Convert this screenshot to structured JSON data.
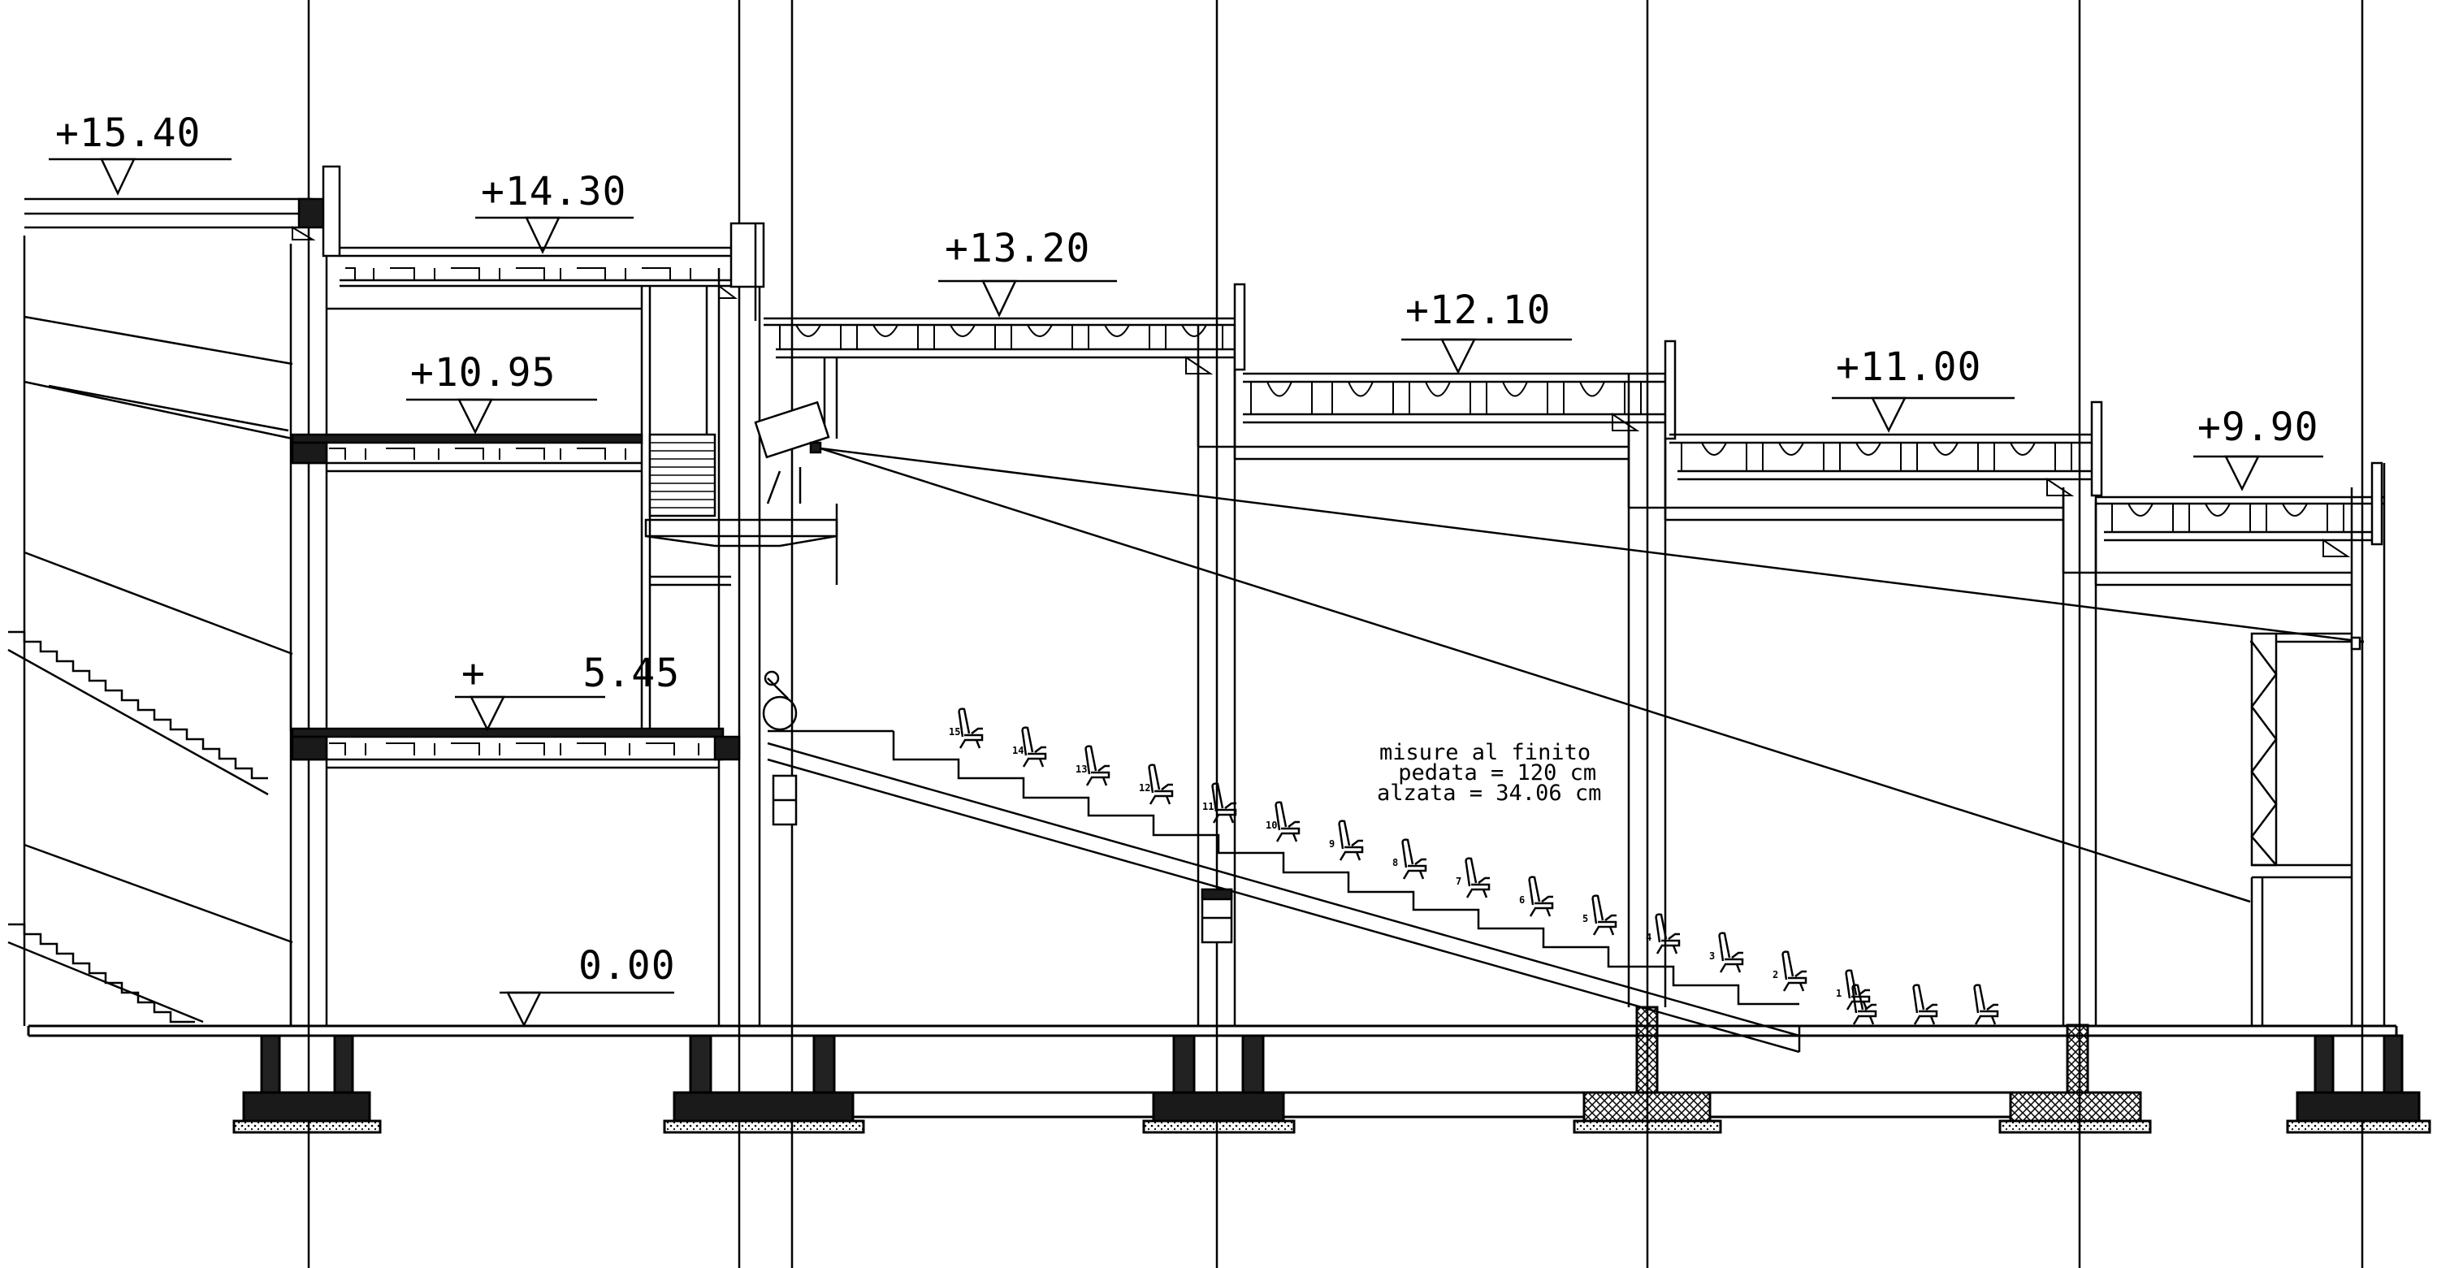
{
  "drawing": {
    "elevation_marks": [
      {
        "id": "lv-1540",
        "label": "+15.40"
      },
      {
        "id": "lv-1430",
        "label": "+14.30"
      },
      {
        "id": "lv-1320",
        "label": "+13.20"
      },
      {
        "id": "lv-1210",
        "label": "+12.10"
      },
      {
        "id": "lv-1095",
        "label": "+10.95"
      },
      {
        "id": "lv-1100",
        "label": "+11.00"
      },
      {
        "id": "lv-990",
        "label": "+9.90"
      },
      {
        "id": "lv-545",
        "label": "+    5.45"
      },
      {
        "id": "lv-000",
        "label": "0.00"
      }
    ],
    "notes": {
      "line1": "misure al finito",
      "line2": " pedata = 120 cm",
      "line3": "alzata = 34.06 cm"
    },
    "seat_row_numbers": [
      "15",
      "14",
      "13",
      "12",
      "11",
      "10",
      "9",
      "8",
      "7",
      "6",
      "5",
      "4",
      "3",
      "2",
      "1"
    ],
    "seat_rows": 18,
    "colors": {
      "line": "#000000",
      "background": "#ffffff"
    }
  }
}
